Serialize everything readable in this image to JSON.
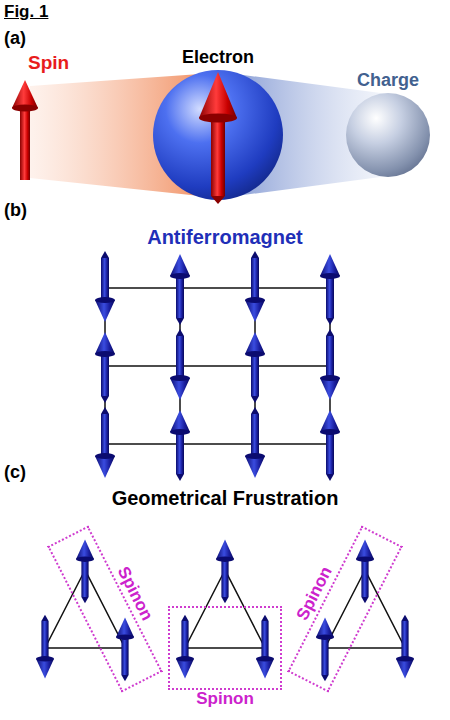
{
  "diagram": {
    "title": "Fig. 1",
    "nodes": [
      {
        "text": [
          "Electron"
        ]
      },
      {
        "text": [
          "Charge"
        ]
      },
      {
        "text": [
          "Spinon"
        ]
      },
      {
        "text": [
          "Spinon"
        ]
      },
      {
        "text": [
          "Spinon"
        ]
      }
    ],
    "labels": [
      "(a)",
      "Spin",
      "(b)",
      "Antiferromagnet",
      "(c)",
      "Geometrical Frustration"
    ]
  }
}
